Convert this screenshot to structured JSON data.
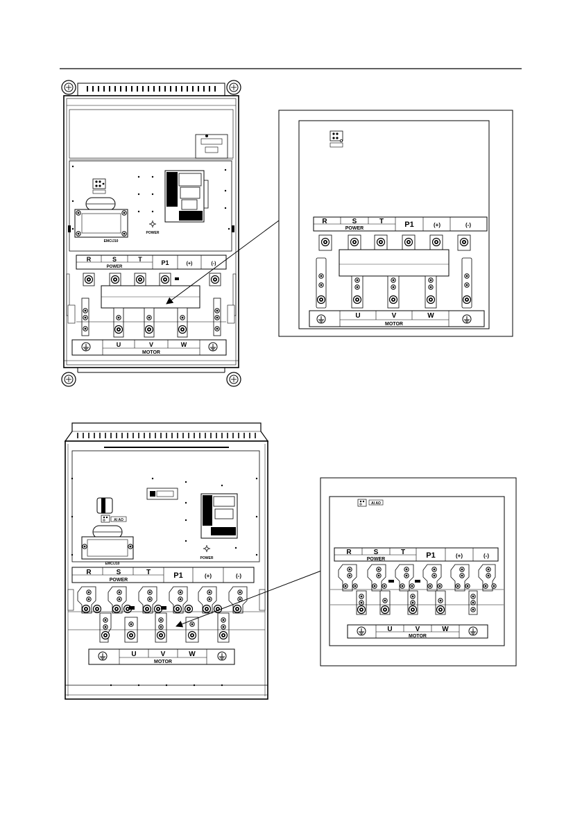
{
  "diagram1": {
    "power_labels": [
      "R",
      "S",
      "T",
      "P1",
      "(+)",
      "(-)"
    ],
    "power_caption": "POWER",
    "motor_labels": [
      "U",
      "V",
      "W"
    ],
    "motor_caption": "MOTOR",
    "emc_label": "EMC/J10",
    "power_led_label": "POWER"
  },
  "diagram1_detail": {
    "power_labels": [
      "R",
      "S",
      "T",
      "P1",
      "(+)",
      "(-)"
    ],
    "power_caption": "POWER",
    "motor_labels": [
      "U",
      "V",
      "W"
    ],
    "motor_caption": "MOTOR"
  },
  "diagram2": {
    "power_labels": [
      "R",
      "S",
      "T",
      "P1",
      "(+)",
      "(-)"
    ],
    "power_caption": "POWER",
    "motor_labels": [
      "U",
      "V",
      "W"
    ],
    "motor_caption": "MOTOR",
    "emc_label": "EMC/J10",
    "power_led_label": "POWER",
    "jumper_label": "AI AO"
  },
  "diagram2_detail": {
    "power_labels": [
      "R",
      "S",
      "T",
      "P1",
      "(+)",
      "(-)"
    ],
    "power_caption": "POWER",
    "motor_labels": [
      "U",
      "V",
      "W"
    ],
    "motor_caption": "MOTOR",
    "jumper_label": "AI AO"
  }
}
